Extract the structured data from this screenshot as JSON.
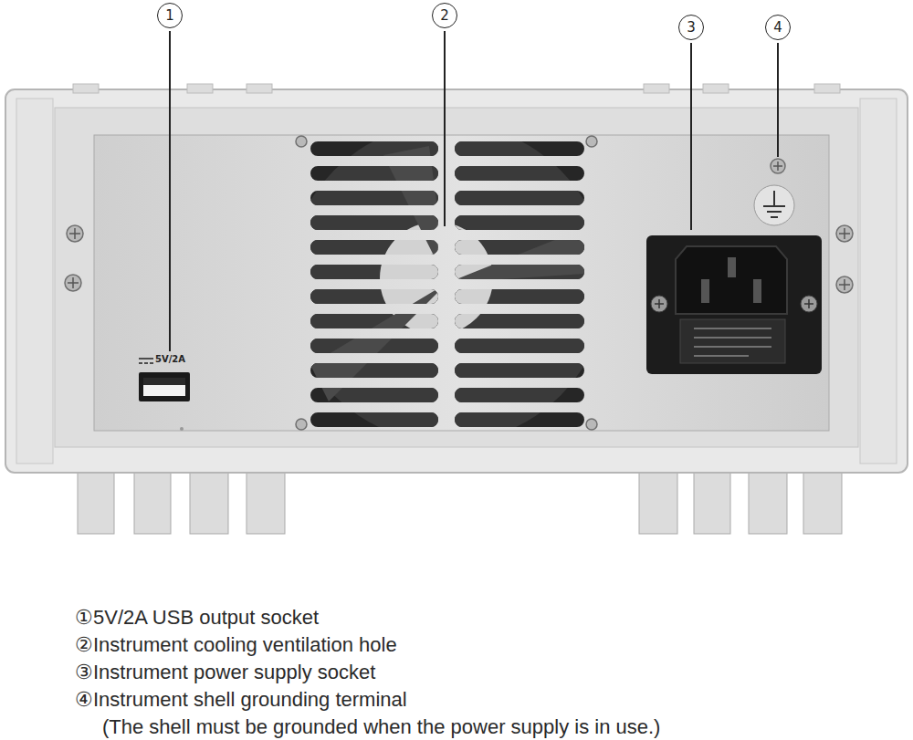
{
  "diagram": {
    "nodes": [
      {
        "text": [
          "1"
        ]
      },
      {
        "text": [
          "2"
        ]
      },
      {
        "text": [
          "3"
        ]
      },
      {
        "text": [
          "4"
        ]
      }
    ],
    "labels": [
      "5V/2A",
      "①5V/2A USB output socket",
      "②Instrument cooling ventilation hole",
      "③Instrument power supply socket",
      "④Instrument shell grounding terminal",
      "(The shell must be grounded when the power supply is in use.)"
    ]
  }
}
